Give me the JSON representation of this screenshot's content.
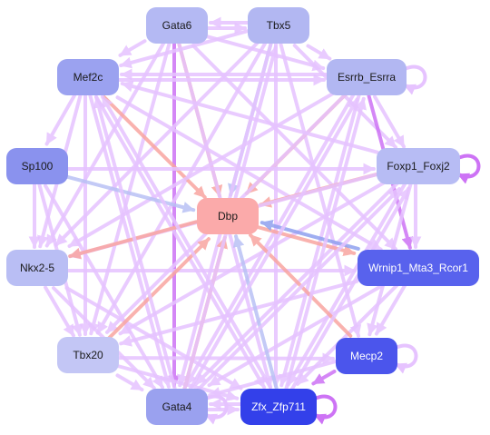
{
  "nodes": [
    {
      "id": "gata6",
      "label": "Gata6",
      "fill": "#b4b9f3",
      "text": "#1a1a1a"
    },
    {
      "id": "tbx5",
      "label": "Tbx5",
      "fill": "#b2b7f2",
      "text": "#1a1a1a"
    },
    {
      "id": "mef2c",
      "label": "Mef2c",
      "fill": "#9ba2f0",
      "text": "#1a1a1a"
    },
    {
      "id": "esrrb",
      "label": "Esrrb_Esrra",
      "fill": "#b2b7f2",
      "text": "#1a1a1a"
    },
    {
      "id": "sp100",
      "label": "Sp100",
      "fill": "#8a92ee",
      "text": "#1a1a1a"
    },
    {
      "id": "foxp1",
      "label": "Foxp1_Foxj2",
      "fill": "#b7bcf4",
      "text": "#1a1a1a"
    },
    {
      "id": "dbp",
      "label": "Dbp",
      "fill": "#fbaaaa",
      "text": "#1a1a1a"
    },
    {
      "id": "nkx25",
      "label": "Nkx2-5",
      "fill": "#b9bef4",
      "text": "#1a1a1a"
    },
    {
      "id": "wrnip1",
      "label": "Wrnip1_Mta3_Rcor1",
      "fill": "#5862ed",
      "text": "#ffffff"
    },
    {
      "id": "tbx20",
      "label": "Tbx20",
      "fill": "#c3c6f5",
      "text": "#1a1a1a"
    },
    {
      "id": "mecp2",
      "label": "Mecp2",
      "fill": "#4b55ec",
      "text": "#ffffff"
    },
    {
      "id": "gata4",
      "label": "Gata4",
      "fill": "#9aa1ef",
      "text": "#1a1a1a"
    },
    {
      "id": "zfx",
      "label": "Zfx_Zfp711",
      "fill": "#3340ea",
      "text": "#ffffff"
    }
  ],
  "edges": [
    {
      "from": "gata6",
      "to": "tbx5",
      "color": "#e6c3ff"
    },
    {
      "from": "tbx5",
      "to": "gata6",
      "color": "#e6c3ff"
    },
    {
      "from": "gata6",
      "to": "mef2c",
      "color": "#e6c3ff"
    },
    {
      "from": "gata6",
      "to": "gata4",
      "color": "#cd73f5"
    },
    {
      "from": "gata6",
      "to": "dbp",
      "color": "#f9a5a0"
    },
    {
      "from": "gata6",
      "to": "esrrb",
      "color": "#e6c3ff"
    },
    {
      "from": "gata6",
      "to": "tbx20",
      "color": "#e6c3ff"
    },
    {
      "from": "gata6",
      "to": "zfx",
      "color": "#e6c3ff"
    },
    {
      "from": "gata6",
      "to": "wrnip1",
      "color": "#e6c3ff"
    },
    {
      "from": "gata6",
      "to": "nkx25",
      "color": "#e6c3ff"
    },
    {
      "from": "tbx5",
      "to": "esrrb",
      "color": "#e6c3ff"
    },
    {
      "from": "tbx5",
      "to": "zfx",
      "color": "#e6c3ff"
    },
    {
      "from": "tbx5",
      "to": "dbp",
      "color": "#b9c1f5"
    },
    {
      "from": "tbx5",
      "to": "mef2c",
      "color": "#e6c3ff"
    },
    {
      "from": "tbx5",
      "to": "gata4",
      "color": "#e6c3ff"
    },
    {
      "from": "tbx5",
      "to": "foxp1",
      "color": "#e6c3ff"
    },
    {
      "from": "tbx5",
      "to": "nkx25",
      "color": "#e6c3ff"
    },
    {
      "from": "tbx5",
      "to": "tbx20",
      "color": "#e6c3ff"
    },
    {
      "from": "tbx5",
      "to": "mecp2",
      "color": "#e6c3ff"
    },
    {
      "from": "mef2c",
      "to": "sp100",
      "color": "#e6c3ff"
    },
    {
      "from": "mef2c",
      "to": "nkx25",
      "color": "#e6c3ff"
    },
    {
      "from": "mef2c",
      "to": "tbx20",
      "color": "#e6c3ff"
    },
    {
      "from": "mef2c",
      "to": "gata4",
      "color": "#e6c3ff"
    },
    {
      "from": "mef2c",
      "to": "dbp",
      "color": "#f9a5a0"
    },
    {
      "from": "mef2c",
      "to": "esrrb",
      "color": "#e6c3ff"
    },
    {
      "from": "mef2c",
      "to": "zfx",
      "color": "#e6c3ff"
    },
    {
      "from": "mef2c",
      "to": "wrnip1",
      "color": "#e6c3ff"
    },
    {
      "from": "esrrb",
      "to": "foxp1",
      "color": "#e6c3ff"
    },
    {
      "from": "esrrb",
      "to": "wrnip1",
      "color": "#cd73f5"
    },
    {
      "from": "esrrb",
      "to": "dbp",
      "color": "#f9a5a0"
    },
    {
      "from": "esrrb",
      "to": "nkx25",
      "color": "#e6c3ff"
    },
    {
      "from": "esrrb",
      "to": "gata4",
      "color": "#e6c3ff"
    },
    {
      "from": "esrrb",
      "to": "zfx",
      "color": "#e6c3ff"
    },
    {
      "from": "esrrb",
      "to": "tbx20",
      "color": "#e6c3ff"
    },
    {
      "from": "esrrb",
      "to": "mef2c",
      "color": "#e6c3ff"
    },
    {
      "from": "sp100",
      "to": "nkx25",
      "color": "#e6c3ff"
    },
    {
      "from": "sp100",
      "to": "dbp",
      "color": "#b9c1f5"
    },
    {
      "from": "sp100",
      "to": "foxp1",
      "color": "#e6c3ff"
    },
    {
      "from": "sp100",
      "to": "gata4",
      "color": "#e6c3ff"
    },
    {
      "from": "sp100",
      "to": "tbx20",
      "color": "#e6c3ff"
    },
    {
      "from": "foxp1",
      "to": "wrnip1",
      "color": "#e6c3ff"
    },
    {
      "from": "foxp1",
      "to": "dbp",
      "color": "#f9a5a0"
    },
    {
      "from": "foxp1",
      "to": "nkx25",
      "color": "#e6c3ff"
    },
    {
      "from": "foxp1",
      "to": "gata4",
      "color": "#e6c3ff"
    },
    {
      "from": "foxp1",
      "to": "tbx20",
      "color": "#e6c3ff"
    },
    {
      "from": "foxp1",
      "to": "zfx",
      "color": "#e6c3ff"
    },
    {
      "from": "foxp1",
      "to": "mecp2",
      "color": "#e6c3ff"
    },
    {
      "from": "foxp1",
      "to": "mef2c",
      "color": "#e6c3ff"
    },
    {
      "from": "nkx25",
      "to": "wrnip1",
      "color": "#e6c3ff"
    },
    {
      "from": "nkx25",
      "to": "tbx20",
      "color": "#e6c3ff"
    },
    {
      "from": "nkx25",
      "to": "gata4",
      "color": "#e6c3ff"
    },
    {
      "from": "dbp",
      "to": "nkx25",
      "color": "#f9a5a0"
    },
    {
      "from": "nkx25",
      "to": "zfx",
      "color": "#e6c3ff"
    },
    {
      "from": "dbp",
      "to": "wrnip1",
      "color": "#f9a5a0"
    },
    {
      "from": "wrnip1",
      "to": "dbp",
      "color": "#8fa0ef"
    },
    {
      "from": "wrnip1",
      "to": "tbx20",
      "color": "#e6c3ff"
    },
    {
      "from": "wrnip1",
      "to": "gata4",
      "color": "#e6c3ff"
    },
    {
      "from": "wrnip1",
      "to": "zfx",
      "color": "#e6c3ff"
    },
    {
      "from": "wrnip1",
      "to": "mecp2",
      "color": "#e6c3ff"
    },
    {
      "from": "tbx20",
      "to": "gata4",
      "color": "#e6c3ff"
    },
    {
      "from": "tbx20",
      "to": "dbp",
      "color": "#f9a5a0"
    },
    {
      "from": "tbx20",
      "to": "zfx",
      "color": "#e6c3ff"
    },
    {
      "from": "tbx20",
      "to": "mecp2",
      "color": "#e6c3ff"
    },
    {
      "from": "mecp2",
      "to": "zfx",
      "color": "#cd73f5"
    },
    {
      "from": "mecp2",
      "to": "dbp",
      "color": "#f9a5a0"
    },
    {
      "from": "mecp2",
      "to": "gata4",
      "color": "#e6c3ff"
    },
    {
      "from": "gata4",
      "to": "zfx",
      "color": "#e6c3ff"
    },
    {
      "from": "gata4",
      "to": "dbp",
      "color": "#f9a5a0"
    },
    {
      "from": "zfx",
      "to": "dbp",
      "color": "#b9c1f5"
    },
    {
      "from": "zfx",
      "to": "gata4",
      "color": "#e6c3ff"
    },
    {
      "from": "zfx",
      "to": "mef2c",
      "color": "#e6c3ff"
    },
    {
      "from": "zfx",
      "to": "esrrb",
      "color": "#e6c3ff"
    },
    {
      "from": "zfx",
      "to": "foxp1",
      "color": "#e6c3ff"
    },
    {
      "from": "gata4",
      "to": "mef2c",
      "color": "#e6c3ff"
    },
    {
      "from": "gata4",
      "to": "esrrb",
      "color": "#e6c3ff"
    },
    {
      "from": "gata4",
      "to": "foxp1",
      "color": "#e6c3ff"
    },
    {
      "from": "gata4",
      "to": "tbx5",
      "color": "#e6c3ff"
    }
  ],
  "self_loops": [
    {
      "node": "esrrb",
      "color": "#e6c3ff"
    },
    {
      "node": "foxp1",
      "color": "#cd73f5"
    },
    {
      "node": "mecp2",
      "color": "#e6c3ff"
    },
    {
      "node": "gata4",
      "color": "#e6c3ff"
    },
    {
      "node": "zfx",
      "color": "#cd73f5"
    }
  ]
}
